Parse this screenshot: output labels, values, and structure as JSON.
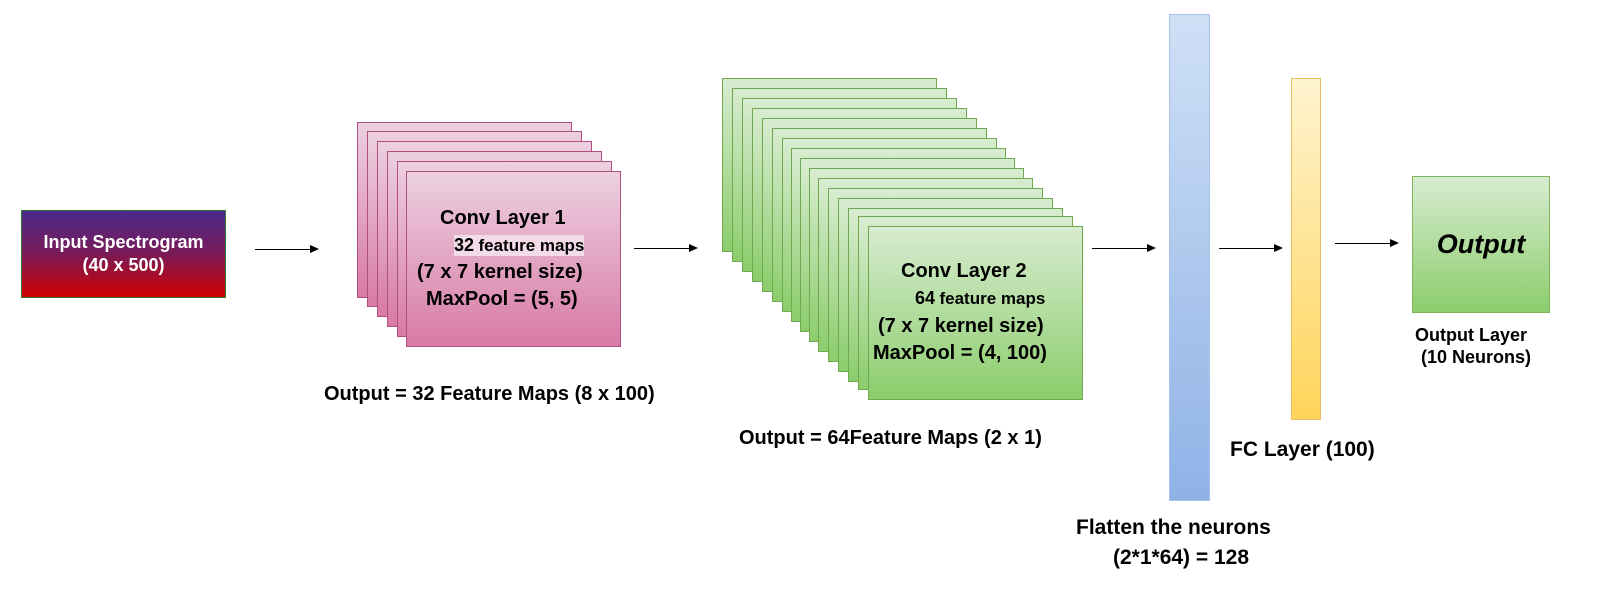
{
  "input": {
    "line1": "Input Spectrogram",
    "line2": "(40 x 500)"
  },
  "conv1": {
    "title": "Conv Layer 1",
    "maps_num": "32",
    "maps_text": "feature maps",
    "kernel": "(7 x 7 kernel size)",
    "pool": "MaxPool = (5, 5)",
    "output": "Output = 32 Feature Maps (8 x 100)"
  },
  "conv2": {
    "title": "Conv Layer 2",
    "maps_num": "64",
    "maps_text": "feature maps",
    "kernel": "(7 x 7 kernel size)",
    "pool": "MaxPool = (4, 100)",
    "output_prefix": "Output = 64",
    "output_suffix": "Feature Maps (2 x 1)"
  },
  "flatten": {
    "line1": "Flatten the neurons",
    "line2": "(2*1*64) = 128"
  },
  "fc": {
    "label": "FC Layer (100)"
  },
  "output": {
    "box_label": "Output",
    "caption1": "Output Layer",
    "caption2": "(10 Neurons)"
  },
  "colors": {
    "input_top": "#4a2a8c",
    "input_bottom": "#d10000",
    "conv1_fill": "#d87aa6",
    "conv2_fill": "#8ccd6c",
    "flatten_fill": "#8fb2e6",
    "fc_fill": "#ffd45a",
    "output_fill": "#8ccd6c"
  }
}
